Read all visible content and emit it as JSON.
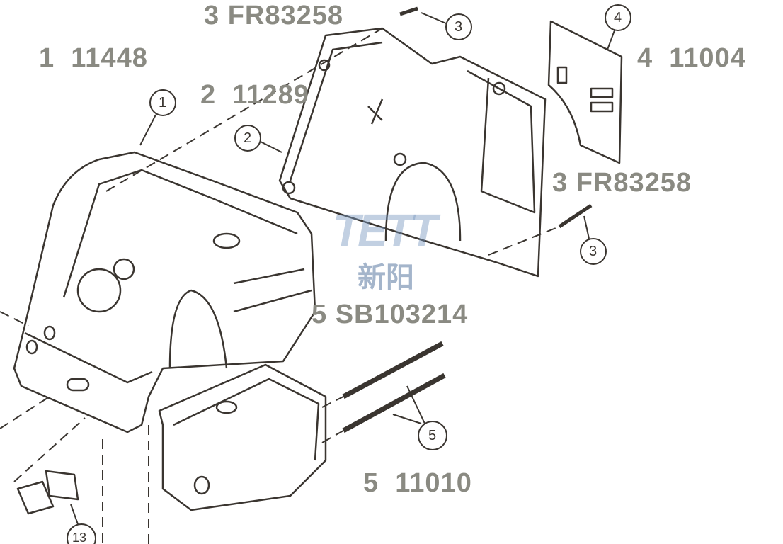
{
  "part_labels": [
    {
      "callout": "3",
      "part": "FR83258"
    },
    {
      "callout": "1",
      "part": "11448"
    },
    {
      "callout": "2",
      "part": "11289"
    },
    {
      "callout": "4",
      "part": "11004"
    },
    {
      "callout": "3",
      "part": "FR83258"
    },
    {
      "callout": "5",
      "part": "SB103214"
    },
    {
      "callout": "5",
      "part": "11010"
    }
  ],
  "callouts": [
    "1",
    "2",
    "3",
    "3",
    "4",
    "5",
    "13"
  ],
  "watermark": {
    "latin": "TETT",
    "cjk": "新阳"
  },
  "colors": {
    "line": "#3a3530",
    "label": "#8a8a82",
    "watermark": "#7896be"
  }
}
